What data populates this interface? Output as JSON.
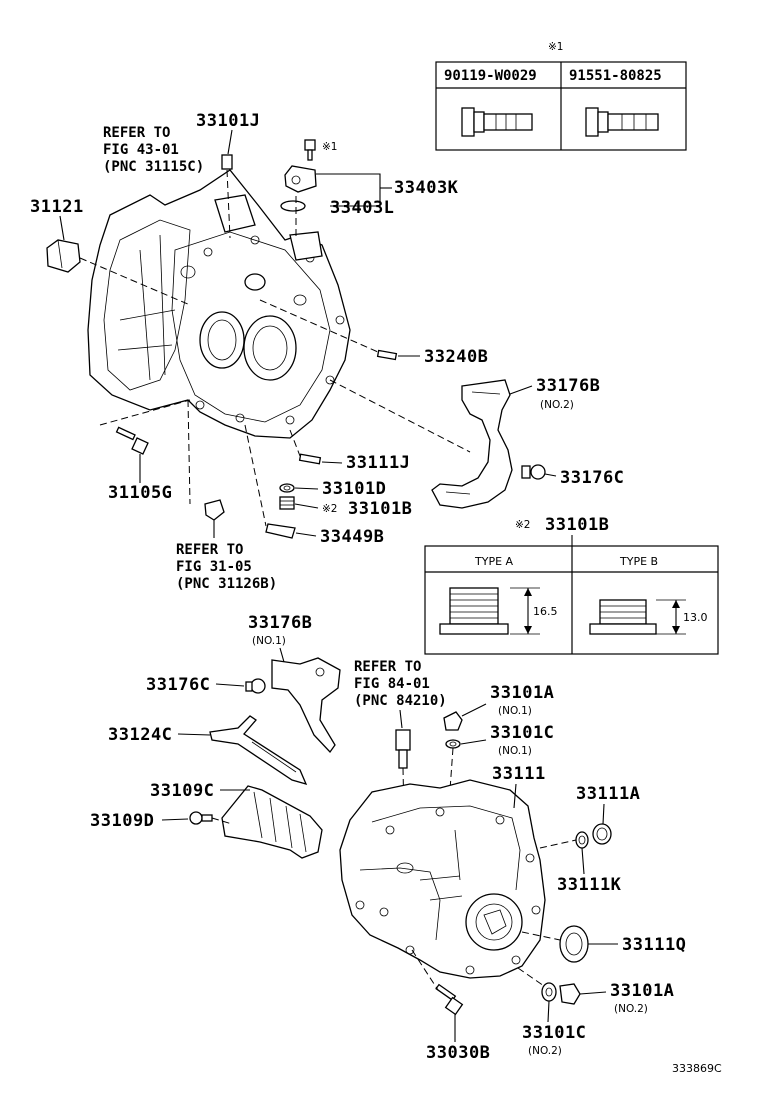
{
  "diagram": {
    "fig_code": "333869C",
    "note_mark_1": "※1",
    "note_mark_2": "※2",
    "bolt_table": {
      "col1": "90119-W0029",
      "col2": "91551-80825"
    },
    "drain_plug_table": {
      "title": "33101B",
      "type_a": "TYPE A",
      "type_b": "TYPE B",
      "dim_a": "16.5",
      "dim_b": "13.0"
    },
    "refs": {
      "ref1": [
        "REFER TO",
        "FIG 43-01",
        "(PNC 31115C)"
      ],
      "ref2": [
        "REFER TO",
        "FIG 31-05",
        "(PNC 31126B)"
      ],
      "ref3": [
        "REFER TO",
        "FIG 84-01",
        "(PNC 84210)"
      ]
    },
    "parts": {
      "p33101J": "33101J",
      "p31121": "31121",
      "p33403K": "33403K",
      "p33403L": "33403L",
      "p33240B": "33240B",
      "p33176B_top": "33176B",
      "p33176B_top_sub": "(NO.2)",
      "p33176C_top": "33176C",
      "p33111J": "33111J",
      "p33101D": "33101D",
      "p33101B": "33101B",
      "p33449B": "33449B",
      "p31105G": "31105G",
      "p33176B_mid": "33176B",
      "p33176B_mid_sub": "(NO.1)",
      "p33176C_mid": "33176C",
      "p33124C": "33124C",
      "p33109C": "33109C",
      "p33109D": "33109D",
      "p33101A_top": "33101A",
      "p33101A_top_sub": "(NO.1)",
      "p33101C_top": "33101C",
      "p33101C_top_sub": "(NO.1)",
      "p33111": "33111",
      "p33111A": "33111A",
      "p33111K": "33111K",
      "p33111Q": "33111Q",
      "p33101A_bot": "33101A",
      "p33101A_bot_sub": "(NO.2)",
      "p33101C_bot": "33101C",
      "p33101C_bot_sub": "(NO.2)",
      "p33030B": "33030B"
    }
  }
}
